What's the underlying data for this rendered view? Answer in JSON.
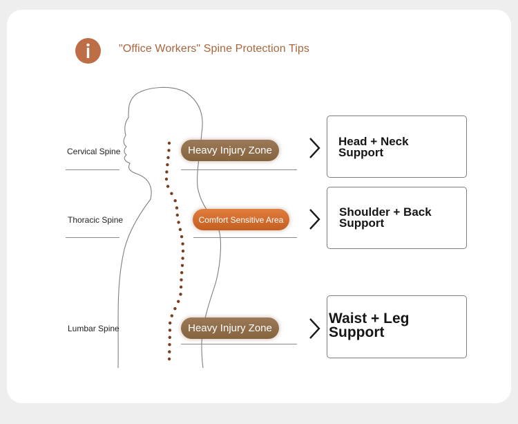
{
  "header": {
    "icon": "info-icon",
    "title": "\"Office Workers\" Spine Protection Tips"
  },
  "spine_sections": [
    {
      "label": "Cervical Spine",
      "zone": "Heavy Injury Zone",
      "support": "Head + Neck Support"
    },
    {
      "label": "Thoracic Spine",
      "zone": "Comfort Sensitive Area",
      "support": "Shoulder + Back Support"
    },
    {
      "label": "Lumbar Spine",
      "zone": "Heavy Injury Zone",
      "support": "Waist + Leg Support"
    }
  ],
  "colors": {
    "accent": "#bd6e46",
    "heavy_zone": "#8f6d4a",
    "comfort_zone": "#d36a2c",
    "spine_dots": "#7a3e1e"
  }
}
